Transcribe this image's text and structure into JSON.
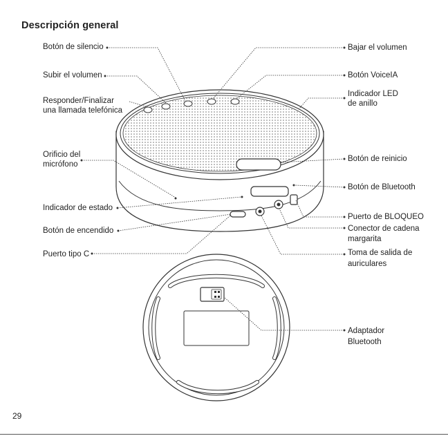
{
  "title": "Descripción general",
  "labels": {
    "mute": "Botón de silencio",
    "vol_up": "Subir el volumen",
    "answer_1": "Responder/Finalizar",
    "answer_2": "una llamada telefónica",
    "mic_1": "Orificio del",
    "mic_2": "micrófono",
    "status": "Indicador de estado",
    "power": "Botón de encendido",
    "usbc": "Puerto tipo C",
    "vol_down": "Bajar el volumen",
    "voice_ai": "Botón VoiceIA",
    "led_1": "Indicador LED",
    "led_2": "de anillo",
    "reset": "Botón de reinicio",
    "bt_button": "Botón de Bluetooth",
    "lock": "Puerto de BLOQUEO",
    "daisy_1": "Conector de cadena",
    "daisy_2": "margarita",
    "headphone_1": "Toma de salida de",
    "headphone_2": "auriculares",
    "adapter_1": "Adaptador",
    "adapter_2": "Bluetooth"
  },
  "page_number": "29"
}
